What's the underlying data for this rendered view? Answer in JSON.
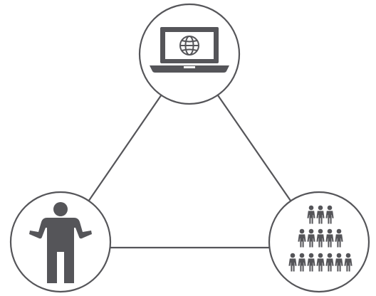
{
  "colors": {
    "background": "#ffffff",
    "stroke": "#555559",
    "icon_fill": "#555559",
    "node_fill": "#ffffff"
  },
  "diagram": {
    "type": "triangle-network",
    "nodes": [
      {
        "id": "internet",
        "icon": "laptop-globe-icon"
      },
      {
        "id": "individual",
        "icon": "person-shrug-icon"
      },
      {
        "id": "crowd",
        "icon": "crowd-icon"
      }
    ],
    "edges": [
      {
        "from": "internet",
        "to": "individual"
      },
      {
        "from": "internet",
        "to": "crowd"
      },
      {
        "from": "individual",
        "to": "crowd"
      }
    ]
  }
}
